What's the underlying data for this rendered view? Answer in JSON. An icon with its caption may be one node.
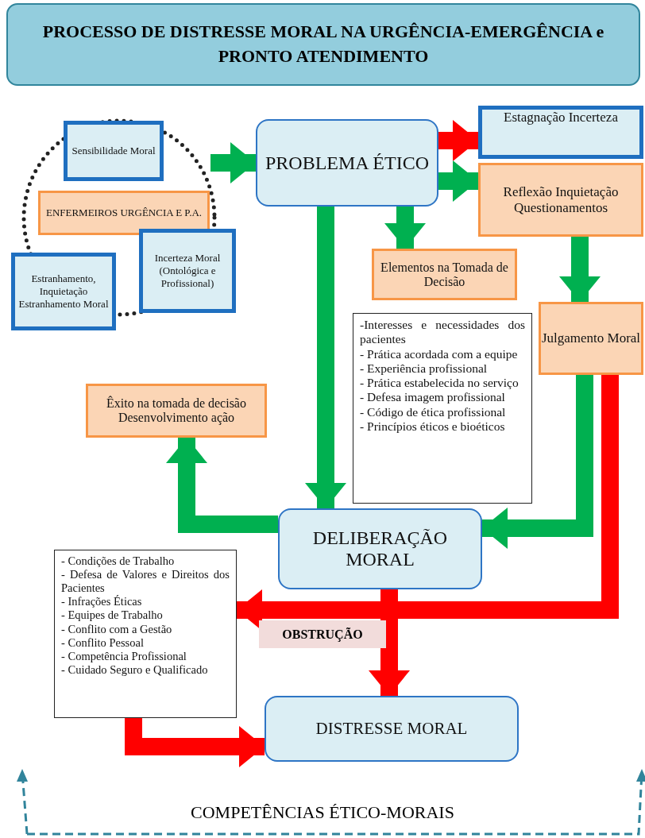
{
  "diagram": {
    "title": "PROCESSO DE DISTRESSE MORAL NA URGÊNCIA-EMERGÊNCIA e PRONTO ATENDIMENTO",
    "nodes": [
      {
        "text": [
          "Sensibilidade Moral"
        ]
      },
      {
        "text": [
          "ENFERMEIROS URGÊNCIA E P.A."
        ]
      },
      {
        "text": [
          "Incerteza Moral (Ontológica e Profissional)"
        ]
      },
      {
        "text": [
          "Estranhamento, Inquietação Estranhamento Moral"
        ]
      },
      {
        "text": [
          "PROBLEMA ÉTICO"
        ]
      },
      {
        "text": [
          "Estagnação Incerteza"
        ]
      },
      {
        "text": [
          "Reflexão Inquietação Questionamentos"
        ]
      },
      {
        "text": [
          "Elementos na Tomada de Decisão"
        ]
      },
      {
        "text": [
          "-Interesses e necessidades dos pacientes",
          "- Prática acordada com a equipe",
          "- Experiência profissional",
          "- Prática estabelecida no serviço",
          "- Defesa imagem profissional",
          "- Código de ética profissional",
          "- Princípios éticos e bioéticos"
        ]
      },
      {
        "text": [
          "Julgamento Moral"
        ]
      },
      {
        "text": [
          "Êxito na tomada de decisão Desenvolvimento ação"
        ]
      },
      {
        "text": [
          "DELIBERAÇÃO MORAL"
        ]
      },
      {
        "text": [
          "- Condições de Trabalho",
          "- Defesa de Valores e Direitos dos Pacientes",
          "- Infrações Éticas",
          "- Equipes de Trabalho",
          "- Conflito com a Gestão",
          "- Conflito Pessoal",
          "- Competência Profissional",
          "- Cuidado Seguro e Qualificado"
        ]
      },
      {
        "text": [
          "DISTRESSE MORAL"
        ]
      }
    ],
    "edges": [
      {
        "from": null,
        "to": 4,
        "arrow": "to"
      },
      {
        "from": 4,
        "to": 5,
        "arrow": "to",
        "color": "#ff0000"
      },
      {
        "from": 4,
        "to": 6,
        "arrow": "to"
      },
      {
        "from": 4,
        "to": 7,
        "arrow": "to"
      },
      {
        "from": 4,
        "to": 11,
        "arrow": "to"
      },
      {
        "from": 6,
        "to": 9,
        "arrow": "to"
      },
      {
        "from": 9,
        "to": 11,
        "arrow": "to"
      },
      {
        "from": 11,
        "to": 10,
        "arrow": "to"
      },
      {
        "from": 9,
        "to": 12,
        "arrow": "to",
        "color": "#ff0000",
        "label": "OBSTRUÇÃO"
      },
      {
        "from": 11,
        "to": 13,
        "arrow": "to",
        "color": "#ff0000"
      },
      {
        "from": 12,
        "to": 13,
        "arrow": "to",
        "color": "#ff0000"
      }
    ],
    "labels": [
      "COMPETÊNCIAS ÉTICO-MORAIS"
    ]
  }
}
